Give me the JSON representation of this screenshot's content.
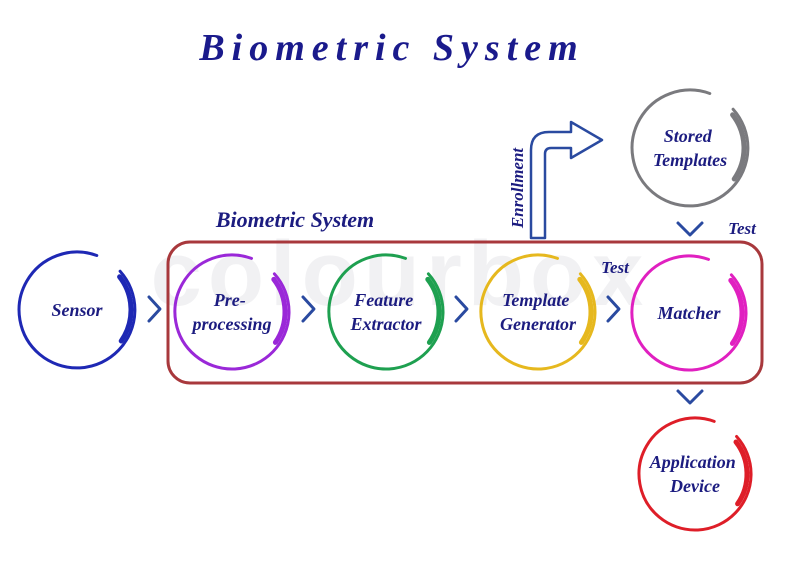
{
  "title": "Biometric System",
  "watermark": "colourbox",
  "group": {
    "label": "Biometric System",
    "border_color": "#a8383c"
  },
  "nodes": [
    {
      "id": "sensor",
      "lines": [
        "Sensor"
      ],
      "color": "#1e28b4"
    },
    {
      "id": "preprocessing",
      "lines": [
        "Pre-",
        "processing"
      ],
      "color": "#9a28d8"
    },
    {
      "id": "feature-extractor",
      "lines": [
        "Feature",
        "Extractor"
      ],
      "color": "#1ea050"
    },
    {
      "id": "template-generator",
      "lines": [
        "Template",
        "Generator"
      ],
      "color": "#e6b81e"
    },
    {
      "id": "matcher",
      "lines": [
        "Matcher"
      ],
      "color": "#e020c0"
    },
    {
      "id": "stored-templates",
      "lines": [
        "Stored",
        "Templates"
      ],
      "color": "#7a7a7e"
    },
    {
      "id": "application-device",
      "lines": [
        "Application",
        "Device"
      ],
      "color": "#de1e28"
    }
  ],
  "edges": [
    {
      "from": "sensor",
      "to": "preprocessing",
      "label": ""
    },
    {
      "from": "preprocessing",
      "to": "feature-extractor",
      "label": ""
    },
    {
      "from": "feature-extractor",
      "to": "template-generator",
      "label": ""
    },
    {
      "from": "template-generator",
      "to": "matcher",
      "label": "Test"
    },
    {
      "from": "stored-templates",
      "to": "matcher",
      "label": "Test"
    },
    {
      "from": "matcher",
      "to": "application-device",
      "label": ""
    },
    {
      "from": "template-generator",
      "to": "stored-templates",
      "label": "Enrollment"
    }
  ],
  "arrow_color": "#2a4aa0"
}
